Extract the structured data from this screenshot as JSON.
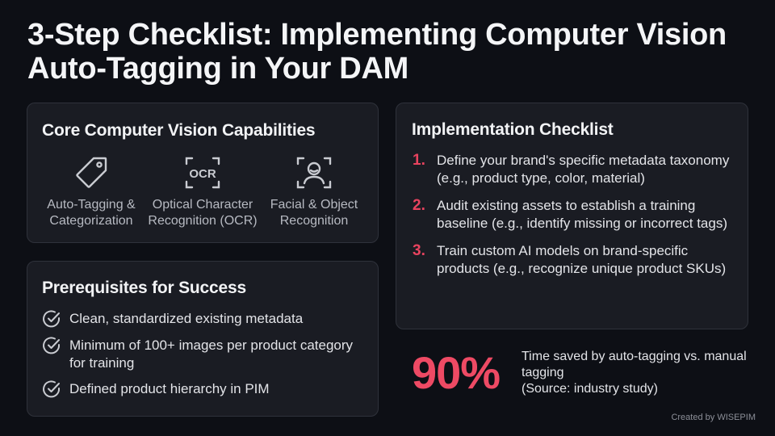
{
  "title": "3-Step Checklist: Implementing Computer Vision Auto-Tagging in Your DAM",
  "capabilities": {
    "heading": "Core Computer Vision Capabilities",
    "items": [
      {
        "icon": "tag-icon",
        "label": "Auto-Tagging & Categorization"
      },
      {
        "icon": "ocr-scan-icon",
        "icon_text": "OCR",
        "label": "Optical Character Recognition (OCR)"
      },
      {
        "icon": "face-scan-icon",
        "label": "Facial & Object Recognition"
      }
    ]
  },
  "prerequisites": {
    "heading": "Prerequisites for Success",
    "items": [
      {
        "icon": "check-circle-icon",
        "text": "Clean, standardized existing metadata"
      },
      {
        "icon": "check-circle-icon",
        "text": "Minimum of 100+ images per product category for training"
      },
      {
        "icon": "check-circle-icon",
        "text": "Defined product hierarchy in PIM"
      }
    ]
  },
  "implementation": {
    "heading": "Implementation Checklist",
    "steps": [
      {
        "number": "1.",
        "text": "Define your brand's specific metadata taxonomy (e.g., product type, color, material)"
      },
      {
        "number": "2.",
        "text": "Audit existing assets to establish a training baseline (e.g., identify missing or incorrect tags)"
      },
      {
        "number": "3.",
        "text": "Train custom AI models on brand-specific products (e.g., recognize unique product SKUs)"
      }
    ]
  },
  "stat": {
    "value": "90%",
    "description": "Time saved by auto-tagging vs. manual tagging",
    "source": "(Source: industry study)"
  },
  "credit": "Created by WISEPIM",
  "colors": {
    "background": "#0d0f15",
    "card": "#1a1c23",
    "accent": "#ee4a64"
  }
}
